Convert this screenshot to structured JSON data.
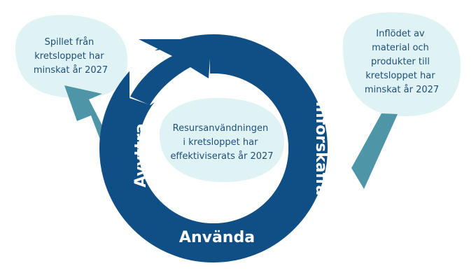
{
  "colors": {
    "ring": "#0f4f86",
    "bubble": "#dff3f4",
    "arrow": "#4e96a7",
    "label_text": "#1f4e79",
    "ring_text": "#ffffff"
  },
  "bubbles": {
    "left": {
      "lines": [
        "Spillet från",
        "kretsloppet har",
        "minskat år 2027"
      ]
    },
    "right": {
      "lines": [
        "Inflödet av",
        "material och",
        "produkter till",
        "kretsloppet har",
        "minskat år 2027"
      ]
    },
    "center": {
      "lines": [
        "Resursanvändningen",
        "i kretsloppet har",
        "effektiviserats år 2027"
      ]
    }
  },
  "cycle": {
    "left_label": "Avyttra",
    "right_label": "Införskaffa",
    "bottom_label": "Använda"
  }
}
